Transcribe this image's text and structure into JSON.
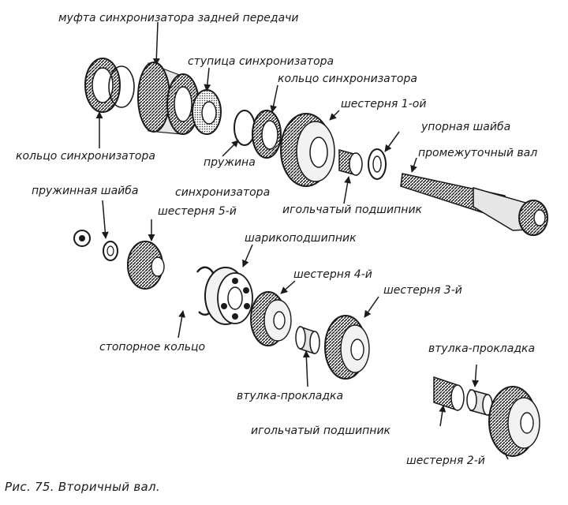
{
  "labels": {
    "rear_gear_sync_sleeve": "муфта синхронизатора задней передачи",
    "sync_hub": "ступица синхронизатора",
    "sync_ring_right": "кольцо синхронизатора",
    "gear_1": "шестерня 1-ой",
    "thrust_washer": "упорная шайба",
    "intermediate_shaft": "промежуточный вал",
    "sync_ring_left": "кольцо синхронизатора",
    "sync_spring_line1": "пружина",
    "sync_spring_line2": "синхронизатора",
    "needle_bearing_top": "игольчатый подшипник",
    "spring_washer": "пружинная шайба",
    "gear_5": "шестерня 5-й",
    "ball_bearing": "шарикоподшипник",
    "gear_4": "шестерня 4-й",
    "gear_3": "шестерня 3-й",
    "snap_ring": "стопорное кольцо",
    "spacer_sleeve_mid": "втулка-прокладка",
    "spacer_sleeve_right": "втулка-прокладка",
    "needle_bearing_bottom": "игольчатый подшипник",
    "gear_2": "шестерня 2-й"
  },
  "caption": "Рис. 75. Вторичный вал.",
  "colors": {
    "ink": "#1a1a1a",
    "paper": "#ffffff",
    "shade": "#9a9a9a"
  }
}
